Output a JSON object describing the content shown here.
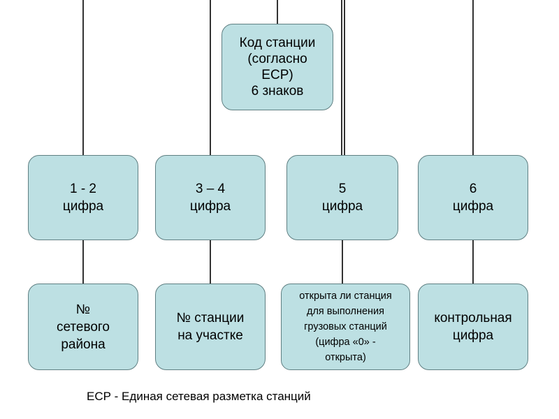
{
  "root": {
    "text": "Код станции\n(согласно\nЕСР)\n6 знаков"
  },
  "digits": [
    {
      "text": "1 - 2\nцифра"
    },
    {
      "text": "3 – 4\nцифра"
    },
    {
      "text": "5\nцифра"
    },
    {
      "text": "6\nцифра"
    }
  ],
  "meanings": [
    {
      "text": "№\nсетевого\nрайона"
    },
    {
      "text": "№ станции\nна участке"
    },
    {
      "text": "открыта ли станция\nдля выполнения\nгрузовых станций\n(цифра «0» -\nоткрыта)"
    },
    {
      "text": "контрольная\nцифра"
    }
  ],
  "caption": "ЕСР - Единая сетевая разметка станций"
}
